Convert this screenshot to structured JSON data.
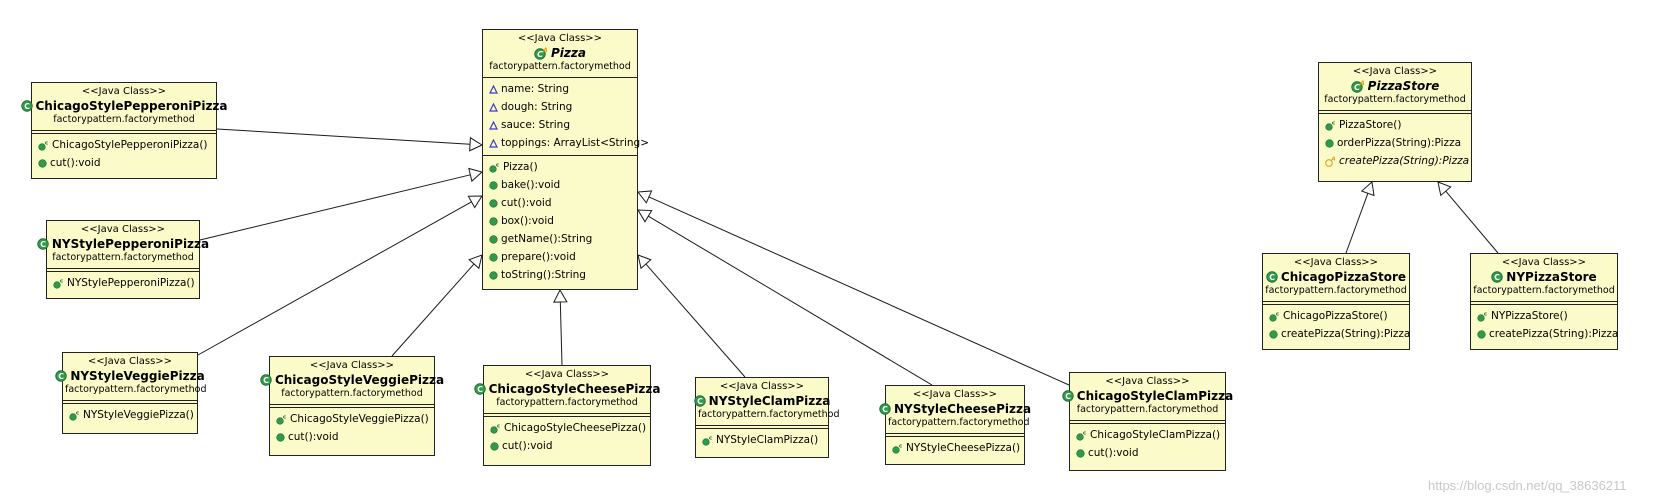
{
  "stereotype": "<<Java Class>>",
  "package": "factorypattern.factorymethod",
  "classes": {
    "pizza": {
      "name": "Pizza",
      "fields": [
        "name: String",
        "dough: String",
        "sauce: String",
        "toppings: ArrayList<String>"
      ],
      "methods": [
        "Pizza()",
        "bake():void",
        "cut():void",
        "box():void",
        "getName():String",
        "prepare():void",
        "toString():String"
      ]
    },
    "chicago_pepperoni": {
      "name": "ChicagoStylePepperoniPizza",
      "methods": [
        "ChicagoStylePepperoniPizza()",
        "cut():void"
      ]
    },
    "ny_pepperoni": {
      "name": "NYStylePepperoniPizza",
      "methods": [
        "NYStylePepperoniPizza()"
      ]
    },
    "ny_veggie": {
      "name": "NYStyleVeggiePizza",
      "methods": [
        "NYStyleVeggiePizza()"
      ]
    },
    "chicago_veggie": {
      "name": "ChicagoStyleVeggiePizza",
      "methods": [
        "ChicagoStyleVeggiePizza()",
        "cut():void"
      ]
    },
    "chicago_cheese": {
      "name": "ChicagoStyleCheesePizza",
      "methods": [
        "ChicagoStyleCheesePizza()",
        "cut():void"
      ]
    },
    "ny_clam": {
      "name": "NYStyleClamPizza",
      "methods": [
        "NYStyleClamPizza()"
      ]
    },
    "ny_cheese": {
      "name": "NYStyleCheesePizza",
      "methods": [
        "NYStyleCheesePizza()"
      ]
    },
    "chicago_clam": {
      "name": "ChicagoStyleClamPizza",
      "methods": [
        "ChicagoStyleClamPizza()",
        "cut():void"
      ]
    },
    "pizza_store": {
      "name": "PizzaStore",
      "methods": [
        "PizzaStore()",
        "orderPizza(String):Pizza",
        "createPizza(String):Pizza"
      ]
    },
    "chicago_store": {
      "name": "ChicagoPizzaStore",
      "methods": [
        "ChicagoPizzaStore()",
        "createPizza(String):Pizza"
      ]
    },
    "ny_store": {
      "name": "NYPizzaStore",
      "methods": [
        "NYPizzaStore()",
        "createPizza(String):Pizza"
      ]
    }
  },
  "colors": {
    "class_fill": "#fbfbc9",
    "border": "#222222",
    "class_icon": "#2e9a4a",
    "field_icon": "#3a3ad6",
    "abstract_icon": "#e0a010"
  },
  "watermark": "https://blog.csdn.net/qq_38636211"
}
